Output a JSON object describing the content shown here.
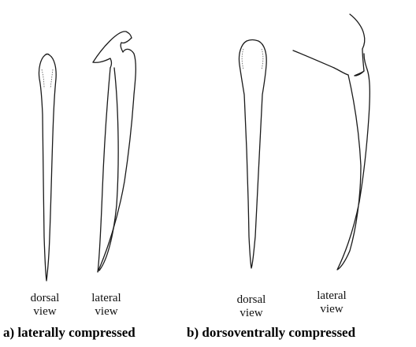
{
  "panels": [
    {
      "caption": "a) laterally compressed",
      "views": [
        {
          "line1": "dorsal",
          "line2": "view"
        },
        {
          "line1": "lateral",
          "line2": "view"
        }
      ]
    },
    {
      "caption": "b) dorsoventrally compressed",
      "views": [
        {
          "line1": "dorsal",
          "line2": "view"
        },
        {
          "line1": "lateral",
          "line2": "view"
        }
      ]
    }
  ]
}
